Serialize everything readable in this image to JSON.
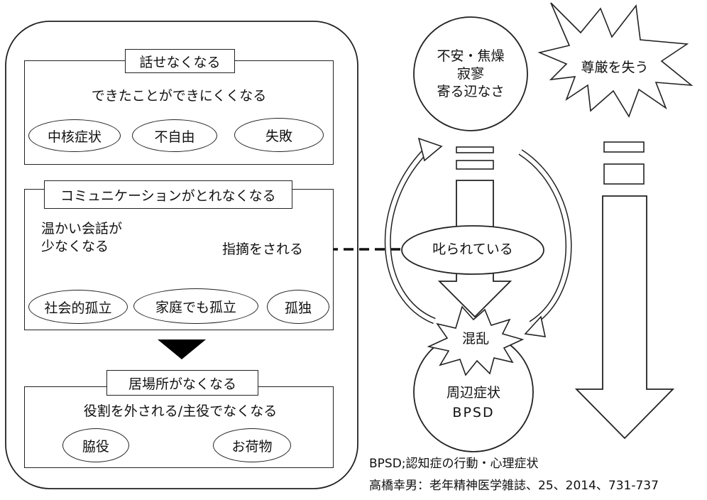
{
  "left_panel": {
    "section1": {
      "title": "話せなくなる",
      "subtitle": "できたことができにくくなる",
      "items": [
        "中核症状",
        "不自由",
        "失敗"
      ]
    },
    "section2": {
      "title": "コミュニケーションがとれなくなる",
      "subtitle_line1": "温かい会話が",
      "subtitle_line2": "少なくなる",
      "burst_label": "指摘をされる",
      "items": [
        "社会的孤立",
        "家庭でも孤立",
        "孤独"
      ]
    },
    "section3": {
      "title": "居場所がなくなる",
      "subtitle": "役割を外される/主役でなくなる",
      "items": [
        "脇役",
        "お荷物"
      ]
    }
  },
  "right_panel": {
    "top_circle": [
      "不安・焦燥",
      "寂寥",
      "寄る辺なさ"
    ],
    "dignity_burst": "尊厳を失う",
    "scolded": "叱られている",
    "confusion_burst": "混乱",
    "bottom_circle": [
      "周辺症状",
      "BPSD"
    ]
  },
  "notes": {
    "definition": "BPSD;認知症の行動・心理症状",
    "citation": "高橋幸男：老年精神医学雑誌、25、2014、731-737"
  }
}
